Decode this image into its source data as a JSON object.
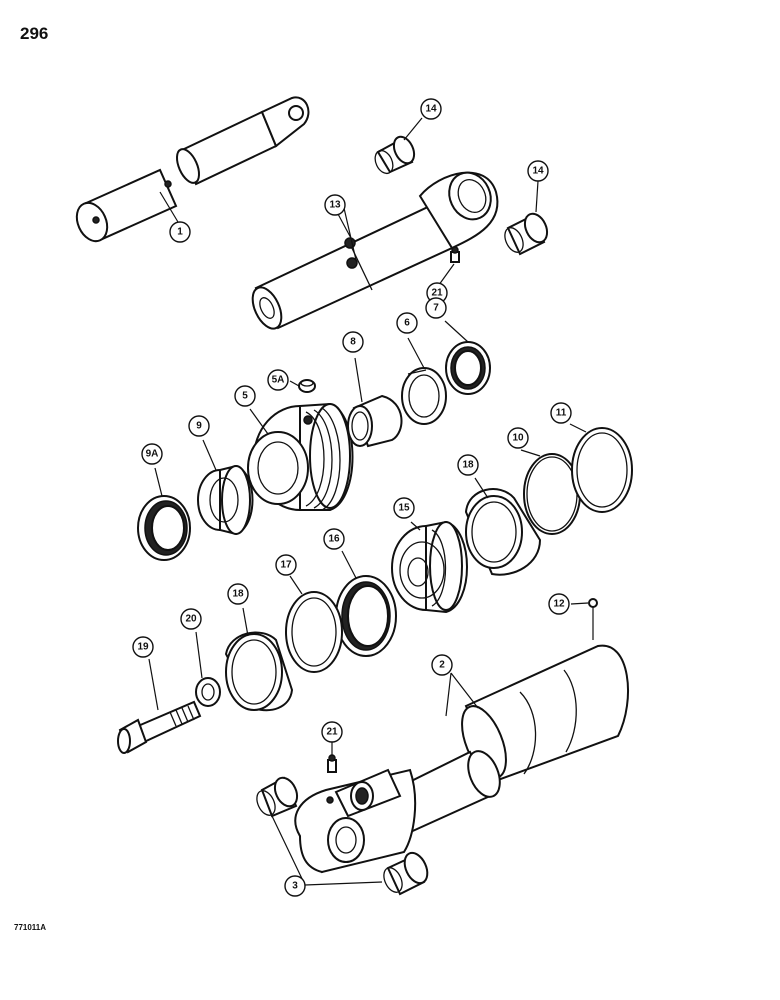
{
  "page_number": "296",
  "figure_code": "771011A",
  "callouts": [
    {
      "key": "c1",
      "label": "1"
    },
    {
      "key": "c13",
      "label": "13"
    },
    {
      "key": "c14a",
      "label": "14"
    },
    {
      "key": "c14b",
      "label": "14"
    },
    {
      "key": "c21a",
      "label": "21"
    },
    {
      "key": "c8",
      "label": "8"
    },
    {
      "key": "c6",
      "label": "6"
    },
    {
      "key": "c7",
      "label": "7"
    },
    {
      "key": "c5A",
      "label": "5A"
    },
    {
      "key": "c5",
      "label": "5"
    },
    {
      "key": "c9",
      "label": "9"
    },
    {
      "key": "c9A",
      "label": "9A"
    },
    {
      "key": "c10",
      "label": "10"
    },
    {
      "key": "c11",
      "label": "11"
    },
    {
      "key": "c18a",
      "label": "18"
    },
    {
      "key": "c15",
      "label": "15"
    },
    {
      "key": "c16",
      "label": "16"
    },
    {
      "key": "c17",
      "label": "17"
    },
    {
      "key": "c18b",
      "label": "18"
    },
    {
      "key": "c20",
      "label": "20"
    },
    {
      "key": "c19",
      "label": "19"
    },
    {
      "key": "c12",
      "label": "12"
    },
    {
      "key": "c2",
      "label": "2"
    },
    {
      "key": "c21b",
      "label": "21"
    },
    {
      "key": "c3",
      "label": "3"
    }
  ]
}
